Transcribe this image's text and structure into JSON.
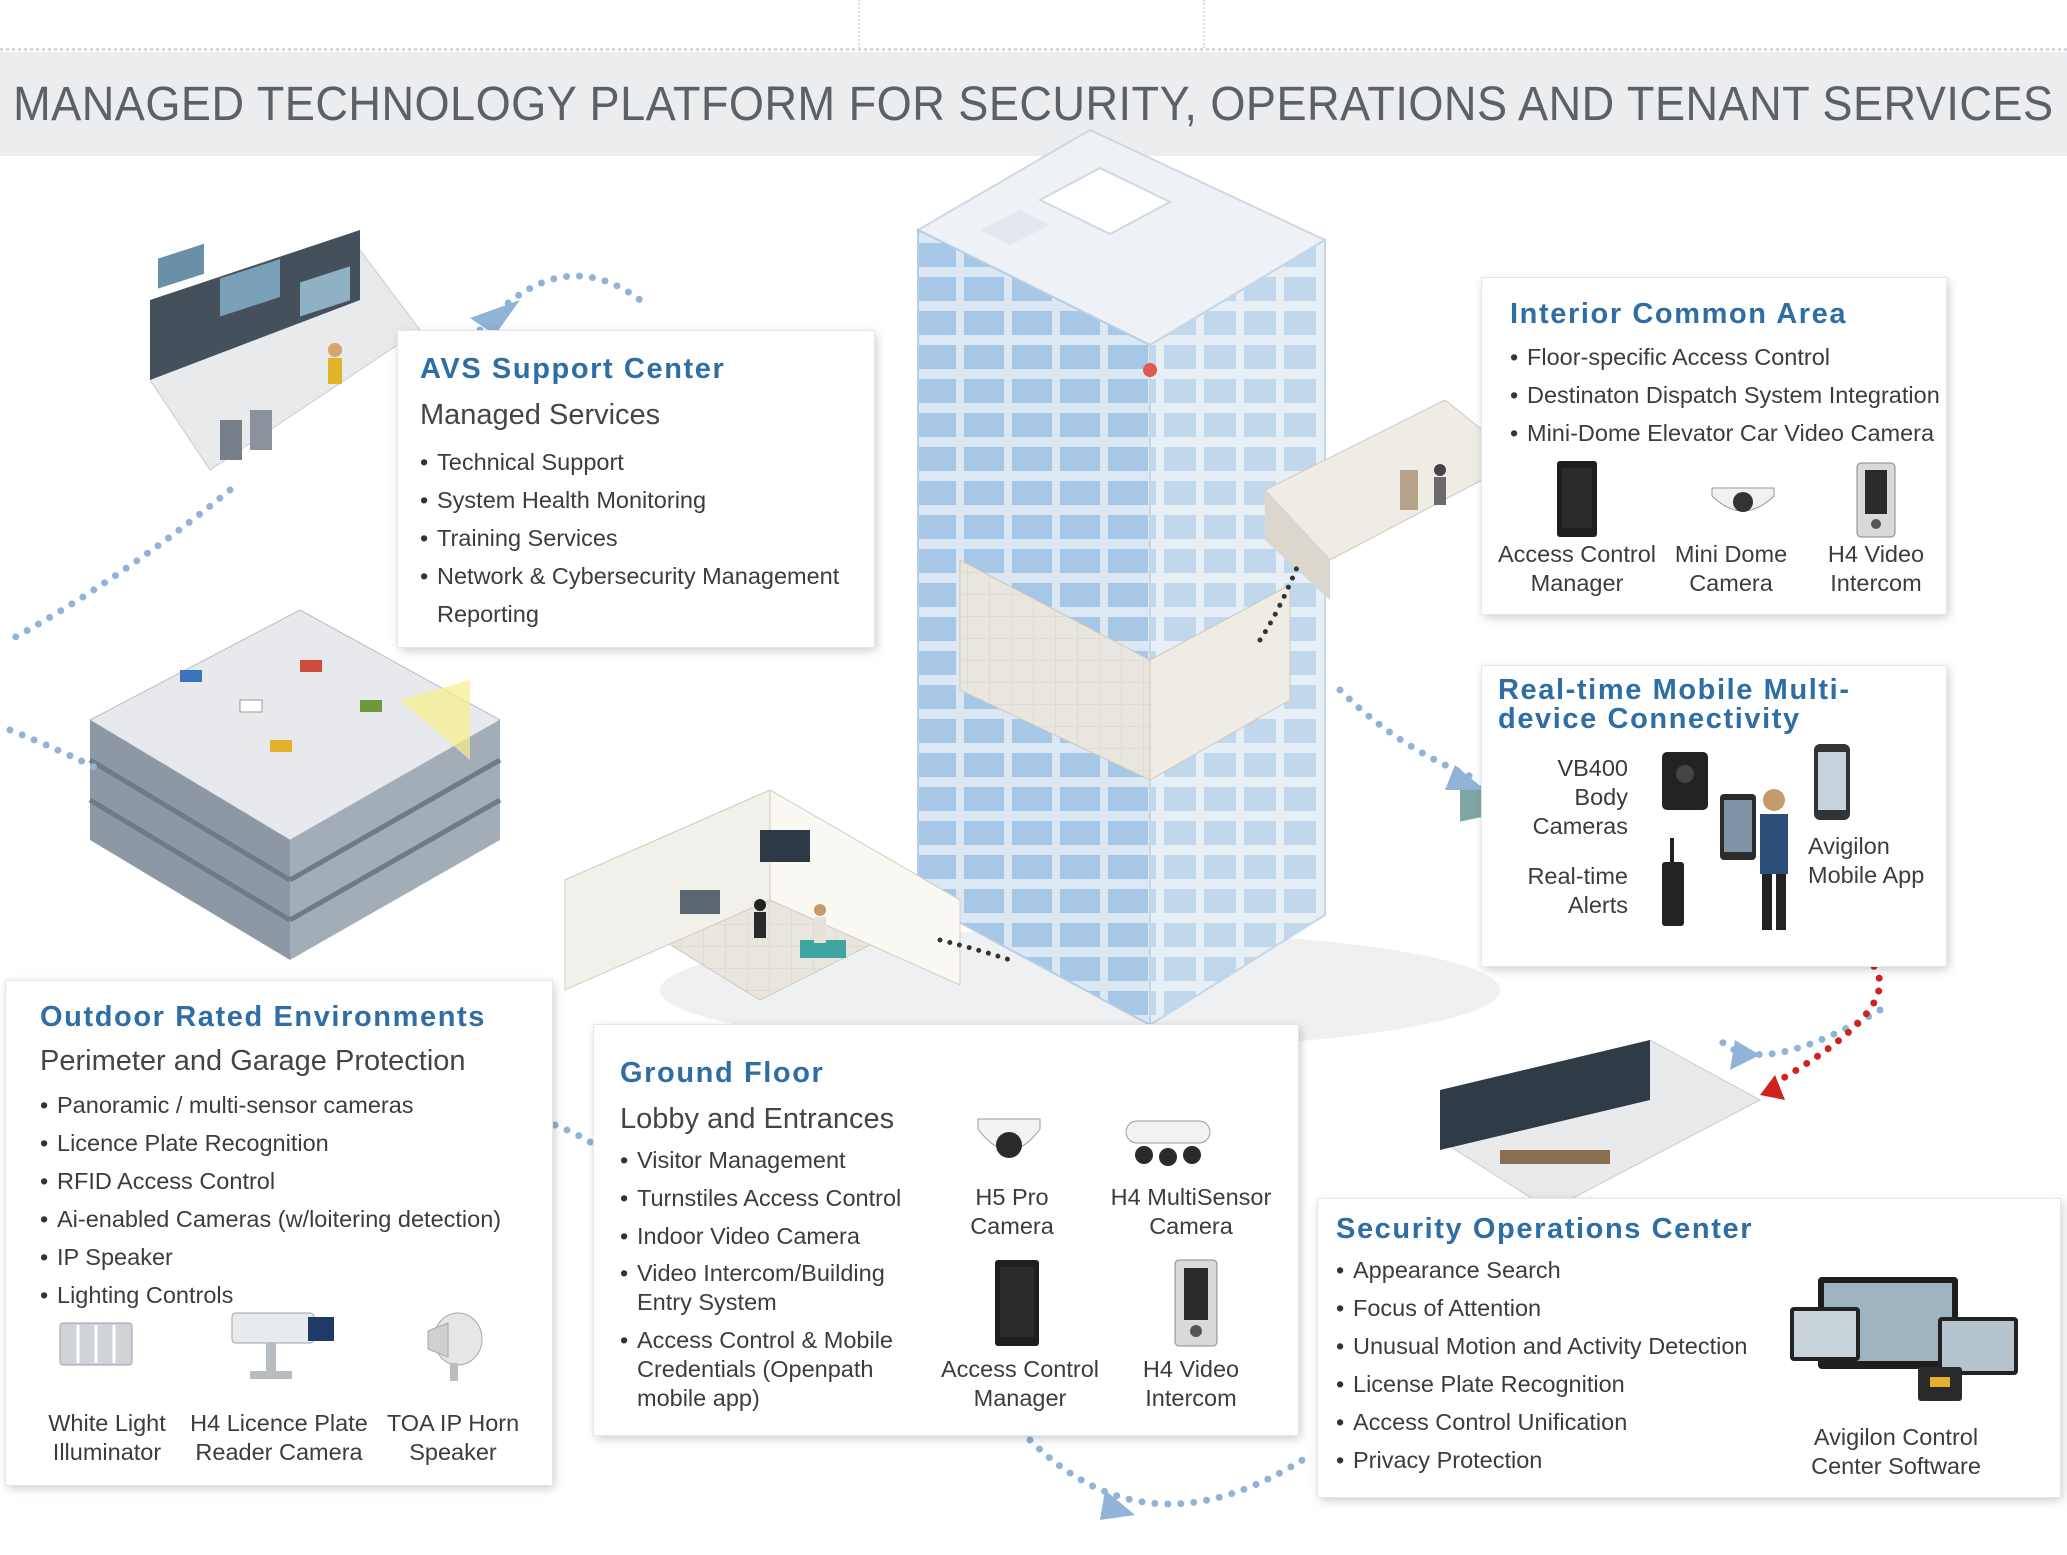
{
  "banner": {
    "title": "MANAGED TECHNOLOGY PLATFORM FOR SECURITY, OPERATIONS AND TENANT SERVICES"
  },
  "avs": {
    "title": "AVS Support Center",
    "subtitle": "Managed Services",
    "items": [
      "Technical Support",
      "System  Health Monitoring",
      "Training Services",
      "Network & Cybersecurity Management Reporting"
    ]
  },
  "interior": {
    "title": "Interior Common Area",
    "items": [
      "Floor-specific Access Control",
      "Destinaton Dispatch System Integration",
      "Mini-Dome Elevator Car Video Camera"
    ],
    "products": [
      "Access Control Manager",
      "Mini Dome Camera",
      "H4 Video Intercom"
    ]
  },
  "mobile": {
    "title": "Real-time Mobile Multi-device Connectivity",
    "labels": {
      "body_cams": "VB400 Body Cameras",
      "alerts": "Real-time Alerts",
      "app": "Avigilon Mobile App"
    }
  },
  "outdoor": {
    "title": "Outdoor Rated Environments",
    "subtitle": "Perimeter and Garage Protection",
    "items": [
      "Panoramic / multi-sensor cameras",
      "Licence Plate Recognition",
      "RFID Access Control",
      "Ai-enabled Cameras (w/loitering detection)",
      "IP Speaker",
      "Lighting Controls"
    ],
    "products": [
      "White Light Illuminator",
      "H4 Licence Plate Reader Camera",
      "TOA IP Horn Speaker"
    ]
  },
  "ground": {
    "title": "Ground Floor",
    "subtitle": "Lobby and Entrances",
    "items": [
      "Visitor Management",
      "Turnstiles Access Control",
      "Indoor Video Camera",
      "Video Intercom/Building Entry System",
      "Access Control & Mobile Credentials (Openpath mobile app)"
    ],
    "products": [
      "H5 Pro Camera",
      "H4 MultiSensor Camera",
      "Access Control Manager",
      "H4 Video Intercom"
    ]
  },
  "soc": {
    "title": "Security Operations Center",
    "items": [
      "Appearance Search",
      "Focus of Attention",
      "Unusual Motion and Activity Detection",
      "License Plate Recognition",
      "Access Control Unification",
      "Privacy Protection"
    ],
    "product": "Avigilon Control Center Software"
  },
  "colors": {
    "title_blue": "#2f6ea4",
    "flow_blue": "#8fb4d8",
    "flow_red": "#d0231f",
    "building": "#a9c9e8"
  }
}
